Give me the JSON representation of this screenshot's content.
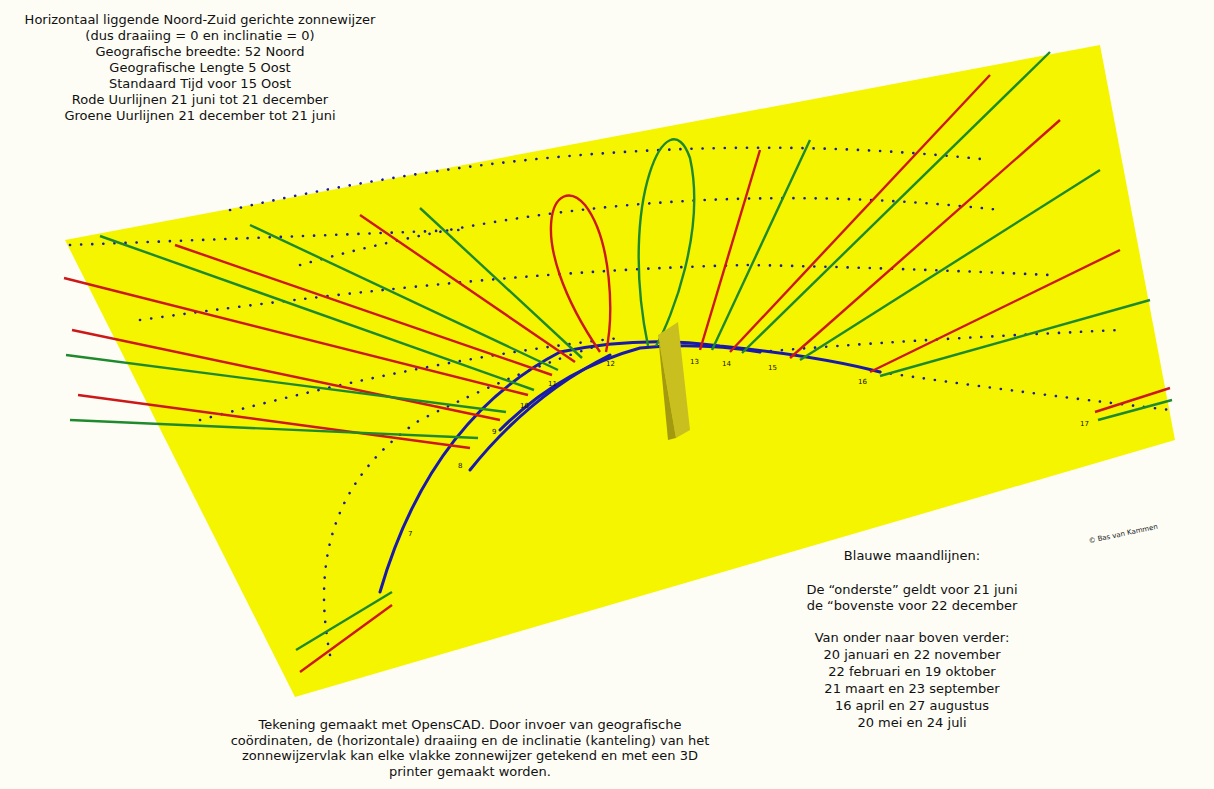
{
  "diagram": {
    "title": "Horizontaal liggende Noord-Zuid gerichte zonnewijzer",
    "caption": "Tekening gemaakt met OpensCAD. Door invoer van geografische coördinaten, de (horizontale) draaiing en de inclinatie (kanteling) van het zonnewijzervlak kan elke vlakke zonnewijzer getekend en met een 3D printer gemaakt worden.",
    "labels": [
      "(dus draaiing = 0 en inclinatie = 0)",
      "Geografische breedte: 52 Noord",
      "Geografische Lengte 5 Oost",
      "Standaard Tijd voor 15 Oost",
      "Rode Uurlijnen 21 juni tot 21 december",
      "Groene Uurlijnen 21 december tot 21 juni",
      "Blauwe maandlijnen:",
      "De “onderste” geldt voor 21 juni",
      "de “bovenste voor 22 december",
      "Van onder naar boven verder:",
      "20 januari en 22 november",
      "22 februari en 19 oktober",
      "21 maart en 23 september",
      "16 april en 27 augustus",
      "20 mei en 24 juli",
      "© Bas van Kammen",
      "7",
      "8",
      "9",
      "10",
      "11",
      "12",
      "13",
      "14",
      "15",
      "16",
      "17"
    ]
  }
}
